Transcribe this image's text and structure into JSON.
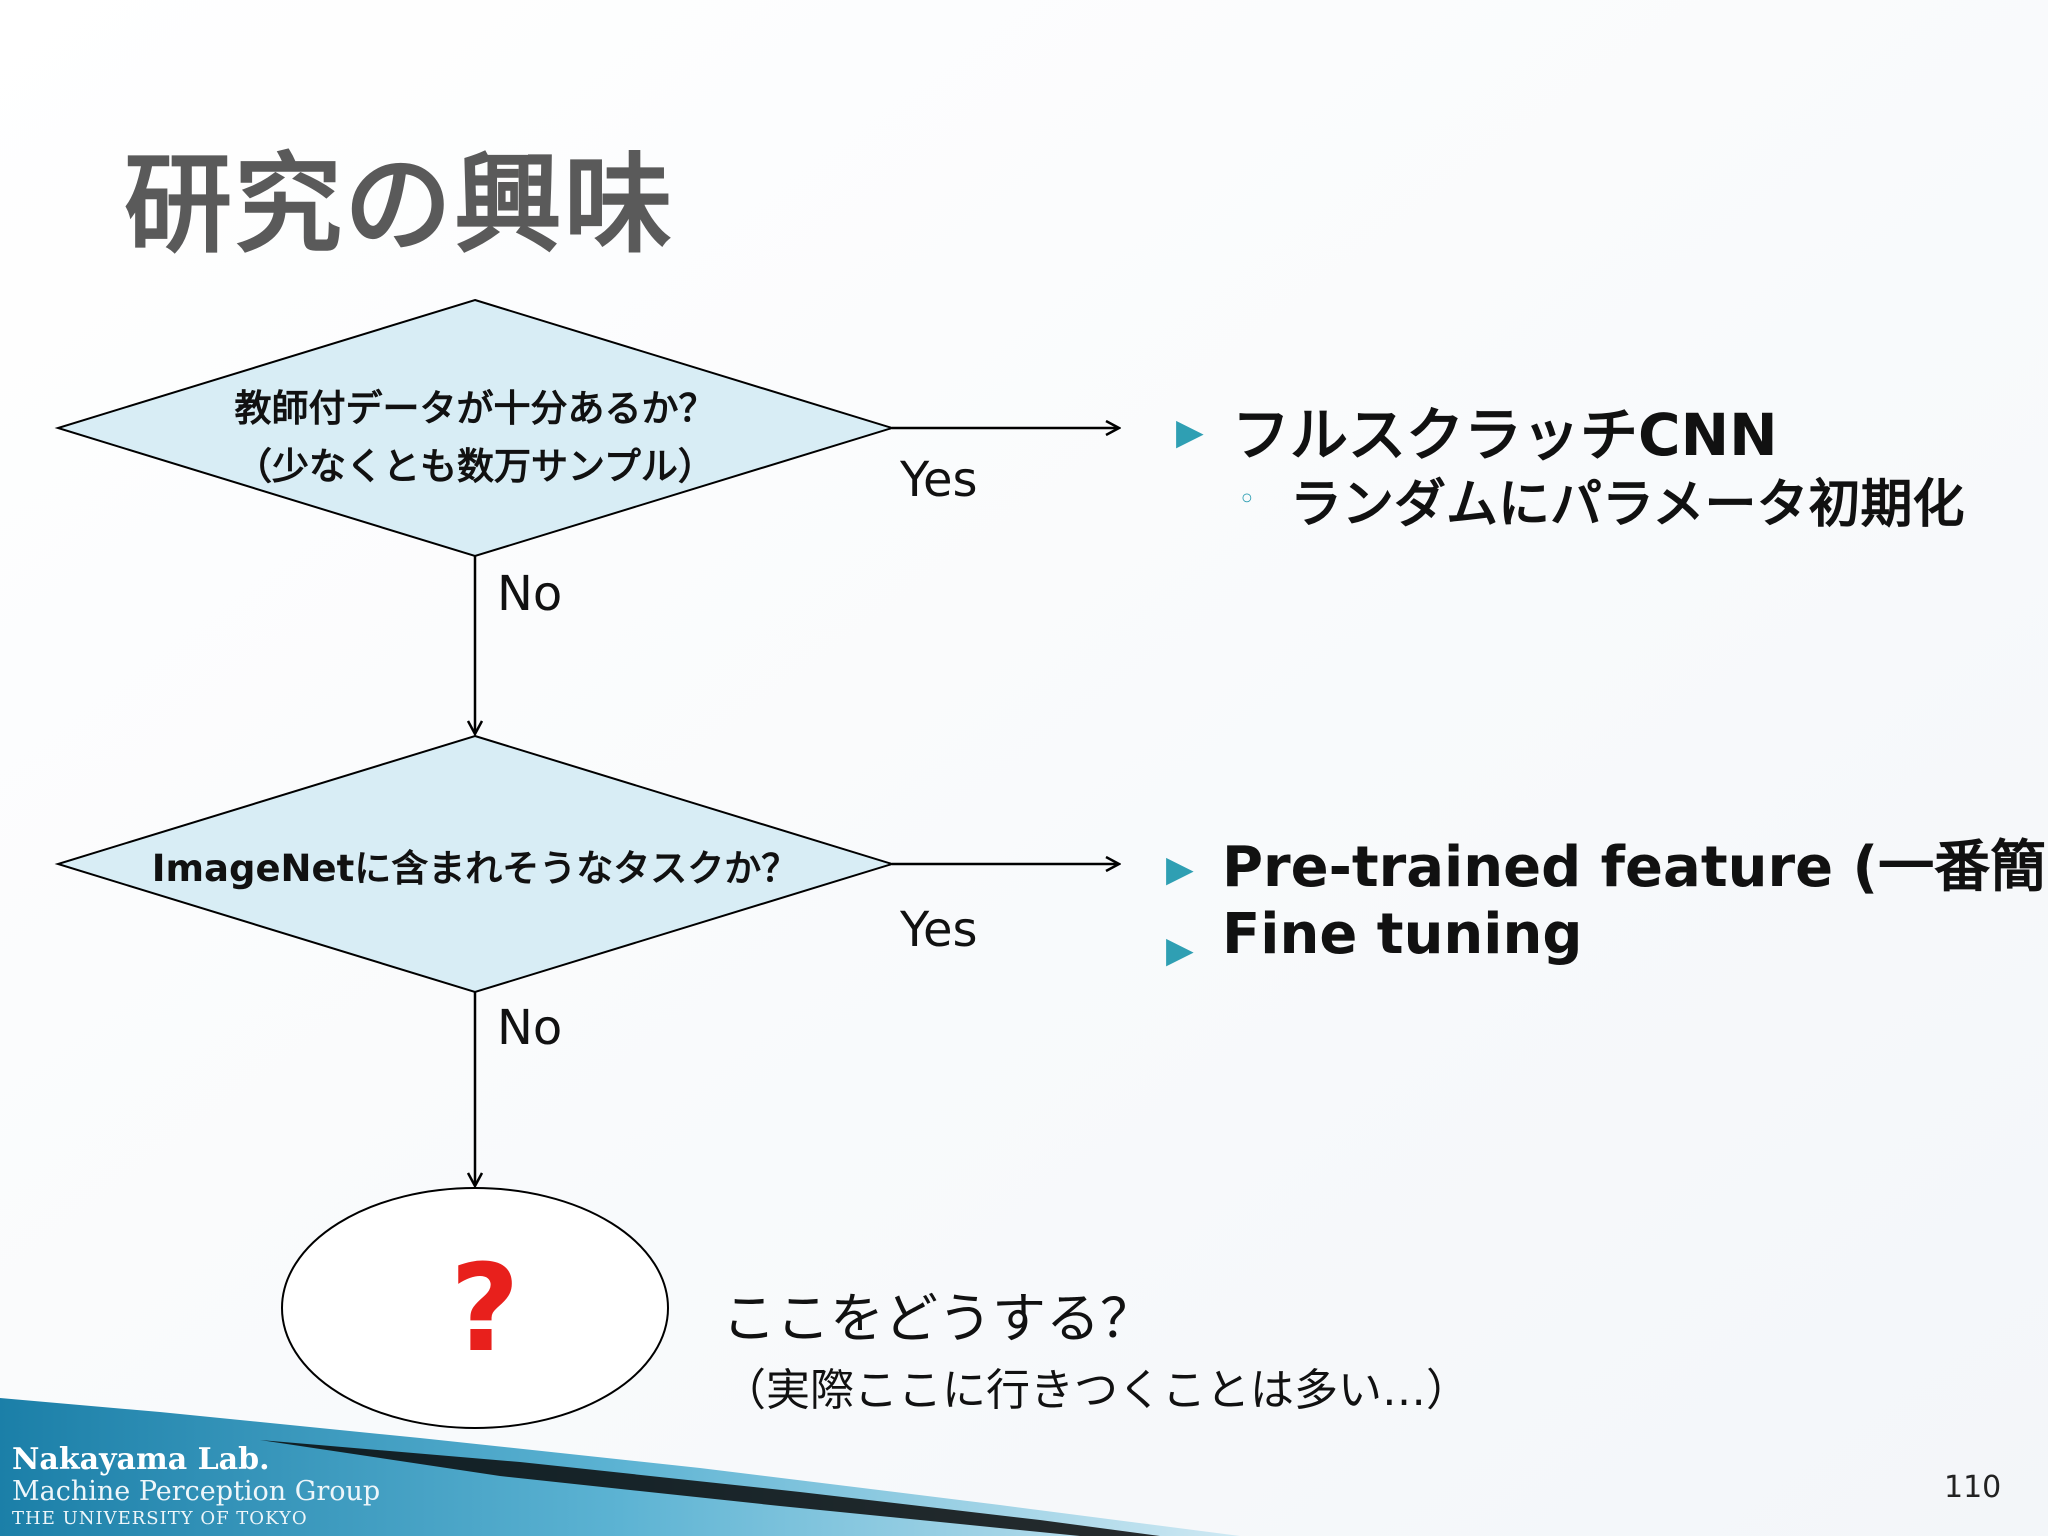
{
  "title": "研究の興味",
  "decision1": {
    "line1": "教師付データが十分あるか？",
    "line2": "（少なくとも数万サンプル）",
    "yes_label": "Yes",
    "no_label": "No"
  },
  "decision2": {
    "text": "ImageNetに含まれそうなタスクか？",
    "yes_label": "Yes",
    "no_label": "No"
  },
  "outcome1": {
    "bullet": "フルスクラッチCNN",
    "sub_bullet": "ランダムにパラメータ初期化"
  },
  "outcome2": {
    "bullets": [
      "Pre-trained  feature (一番簡単)",
      "Fine tuning"
    ]
  },
  "terminal": {
    "symbol": "?",
    "question": "ここをどうする？",
    "note": "（実際ここに行きつくことは多い…）"
  },
  "footer": {
    "lab": "Nakayama Lab.",
    "group": "Machine Perception Group",
    "university": "THE UNIVERSITY OF TOKYO",
    "page_number": "110"
  },
  "colors": {
    "diamond_fill": "#d8edf5",
    "accent": "#2f9fb3",
    "question_mark": "#e8201c",
    "title": "#5a5a5a"
  }
}
